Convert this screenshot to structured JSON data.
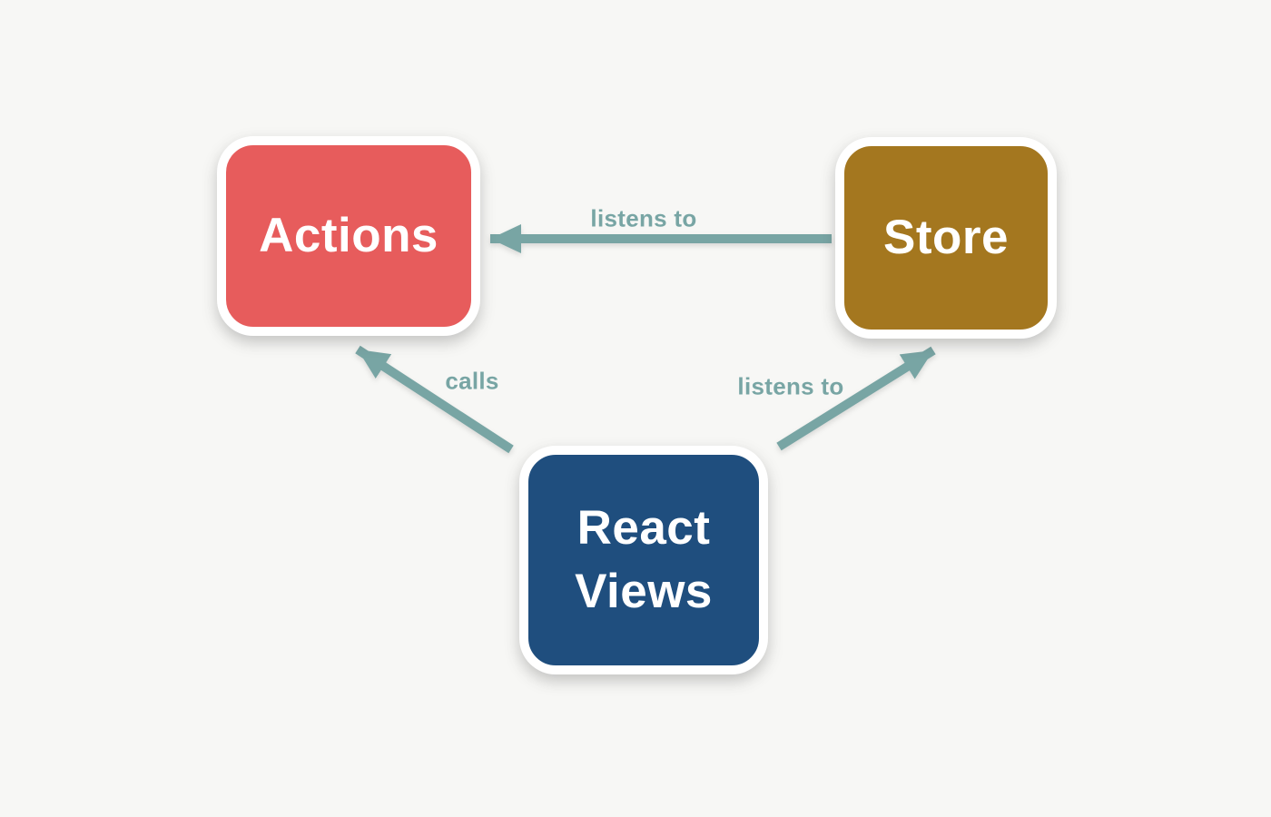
{
  "diagram": {
    "type": "flux-data-flow",
    "nodes": [
      {
        "id": "actions",
        "label": "Actions",
        "color": "#E75C5C"
      },
      {
        "id": "store",
        "label": "Store",
        "color": "#A4771F"
      },
      {
        "id": "react_views",
        "label": "React Views",
        "color": "#1F4E7E"
      }
    ],
    "edges": [
      {
        "from": "store",
        "to": "actions",
        "label": "listens to"
      },
      {
        "from": "react_views",
        "to": "actions",
        "label": "calls"
      },
      {
        "from": "react_views",
        "to": "store",
        "label": "listens to"
      }
    ],
    "colors": {
      "background": "#F7F7F5",
      "arrow": "#78A5A4",
      "node_border": "#FFFFFF",
      "node_text": "#FFFFFF"
    }
  }
}
